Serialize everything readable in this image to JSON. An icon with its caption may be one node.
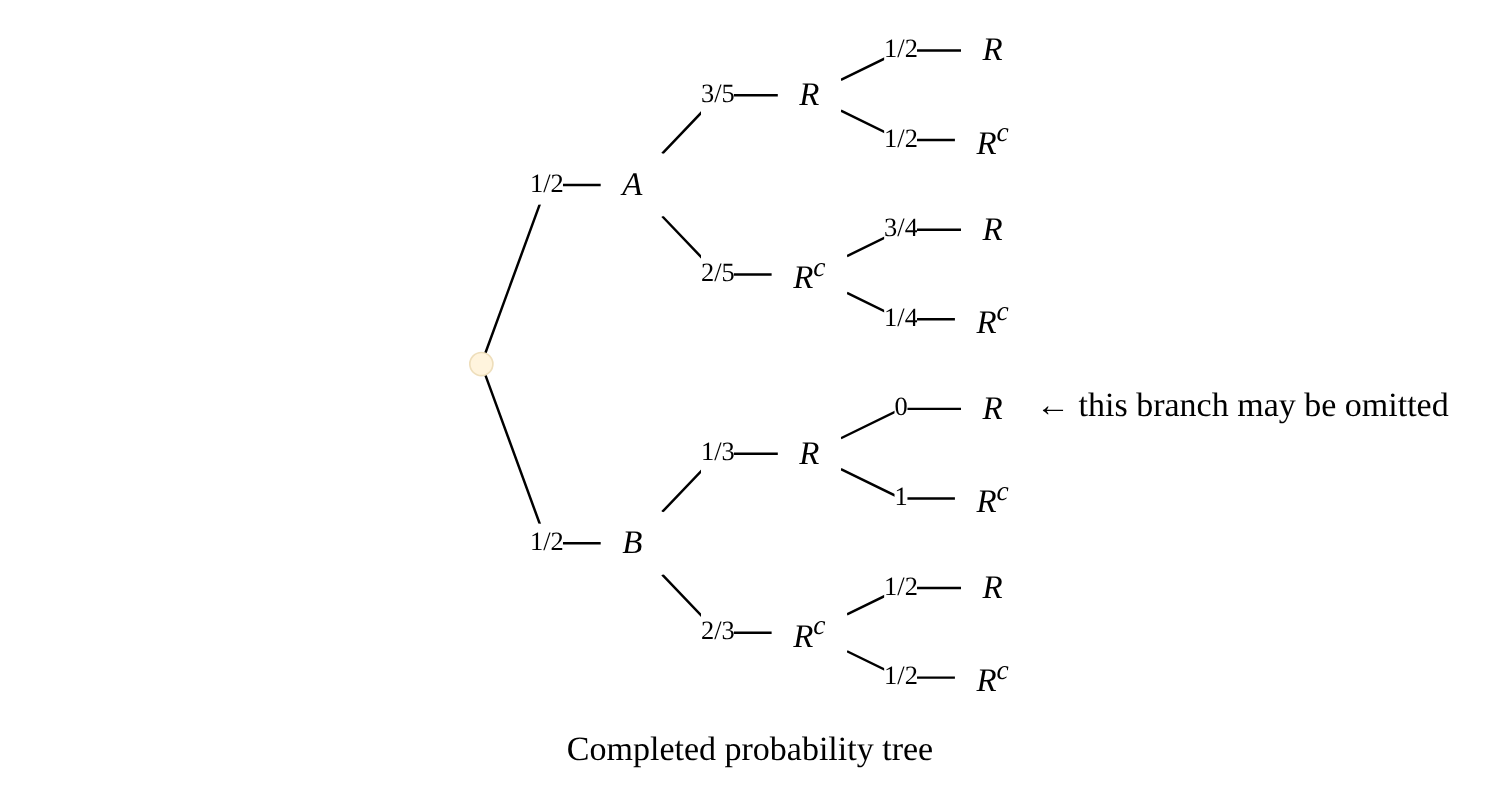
{
  "diagram": {
    "caption": "Completed probability tree",
    "nodes": [
      {
        "text": [],
        "shape": "point"
      },
      {
        "text": [
          "A"
        ]
      },
      {
        "text": [
          "R"
        ]
      },
      {
        "text": [
          "R"
        ]
      },
      {
        "text": [
          "R$^{c}$"
        ]
      },
      {
        "text": [
          "R$^{c}$"
        ]
      },
      {
        "text": [
          "R"
        ]
      },
      {
        "text": [
          "R$^{c}$"
        ]
      },
      {
        "text": [
          "B"
        ]
      },
      {
        "text": [
          "R"
        ]
      },
      {
        "text": [
          "R"
        ],
        "beside": [
          "← this branch may be omitted"
        ]
      },
      {
        "text": [
          "R$^{c}$"
        ]
      },
      {
        "text": [
          "R$^{c}$"
        ]
      },
      {
        "text": [
          "R"
        ]
      },
      {
        "text": [
          "R$^{c}$"
        ]
      }
    ],
    "edges": [
      {
        "from": 0,
        "to": 1,
        "arrow": "none",
        "label": "1/2"
      },
      {
        "from": 0,
        "to": 8,
        "arrow": "none",
        "label": "1/2"
      },
      {
        "from": 1,
        "to": 2,
        "arrow": "none",
        "label": "3/5"
      },
      {
        "from": 2,
        "to": 3,
        "arrow": "none",
        "label": "1/2"
      },
      {
        "from": 2,
        "to": 4,
        "arrow": "none",
        "label": "1/2"
      },
      {
        "from": 1,
        "to": 5,
        "arrow": "none",
        "label": "2/5"
      },
      {
        "from": 5,
        "to": 6,
        "arrow": "none",
        "label": "3/4"
      },
      {
        "from": 5,
        "to": 7,
        "arrow": "none",
        "label": "1/4"
      },
      {
        "from": 8,
        "to": 9,
        "arrow": "none",
        "label": "1/3"
      },
      {
        "from": 9,
        "to": 10,
        "arrow": "none",
        "label": "0"
      },
      {
        "from": 9,
        "to": 11,
        "arrow": "none",
        "label": "1"
      },
      {
        "from": 8,
        "to": 12,
        "arrow": "none",
        "label": "2/3"
      },
      {
        "from": 12,
        "to": 13,
        "arrow": "none",
        "label": "1/2"
      },
      {
        "from": 12,
        "to": 14,
        "arrow": "none",
        "label": "1/2"
      }
    ]
  }
}
